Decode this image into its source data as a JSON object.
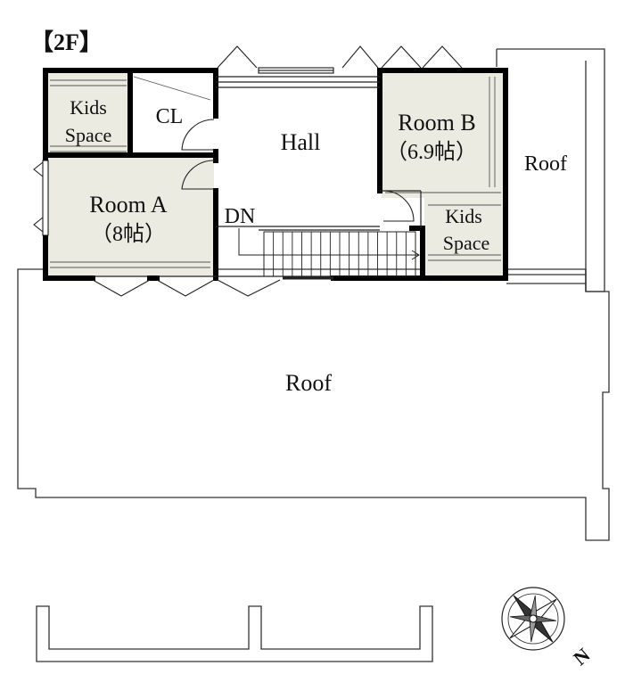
{
  "floor_label": "【2F】",
  "rooms": {
    "kids_space_a": {
      "line1": "Kids",
      "line2": "Space"
    },
    "closet": {
      "label": "CL"
    },
    "hall": {
      "label": "Hall"
    },
    "room_a": {
      "line1": "Room A",
      "line2": "（8帖）"
    },
    "room_b": {
      "line1": "Room B",
      "line2": "（6.9帖）"
    },
    "kids_space_b": {
      "line1": "Kids",
      "line2": "Space"
    },
    "roof_right": {
      "label": "Roof"
    },
    "roof_main": {
      "label": "Roof"
    }
  },
  "stairs": {
    "label": "DN"
  },
  "compass": {
    "north_label": "N"
  },
  "colors": {
    "room_fill": "#ebebe1",
    "wall": "#000000",
    "line": "#333333"
  }
}
